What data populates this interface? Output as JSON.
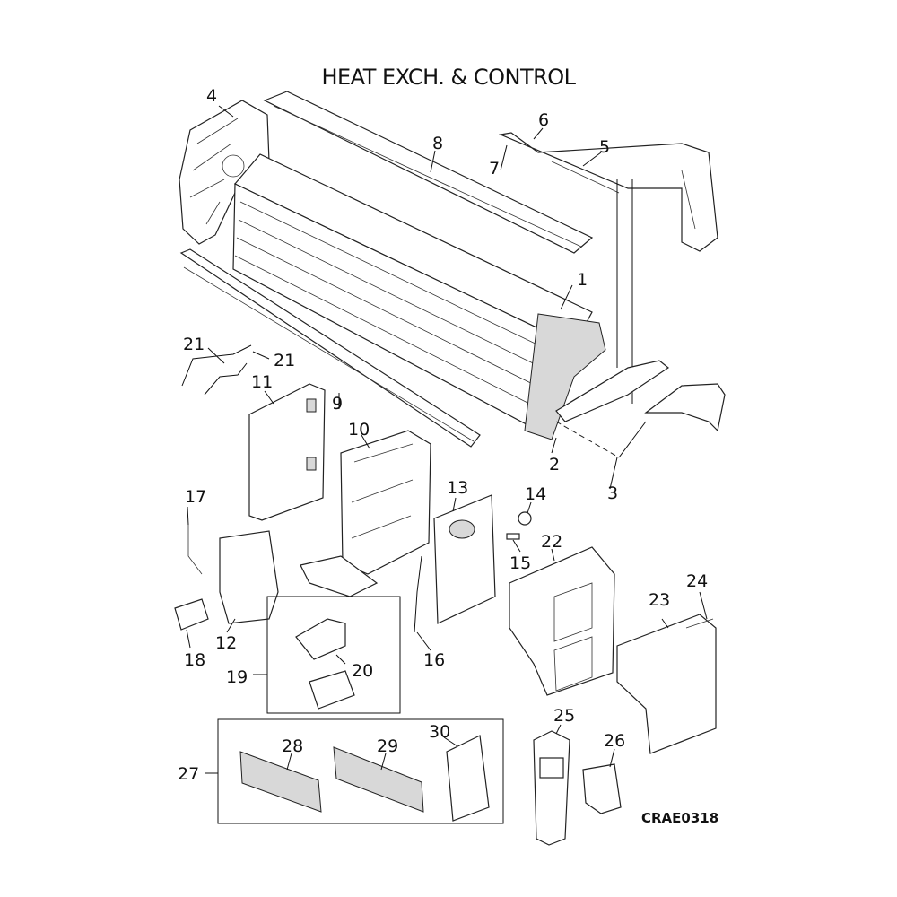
{
  "title": "HEAT EXCH. & CONTROL",
  "drawing_code": "CRAE0318",
  "callouts": [
    "1",
    "2",
    "3",
    "4",
    "5",
    "6",
    "7",
    "8",
    "9",
    "10",
    "11",
    "12",
    "13",
    "14",
    "15",
    "16",
    "17",
    "18",
    "19",
    "20",
    "21",
    "21",
    "22",
    "23",
    "24",
    "25",
    "26",
    "27",
    "28",
    "29",
    "30"
  ]
}
